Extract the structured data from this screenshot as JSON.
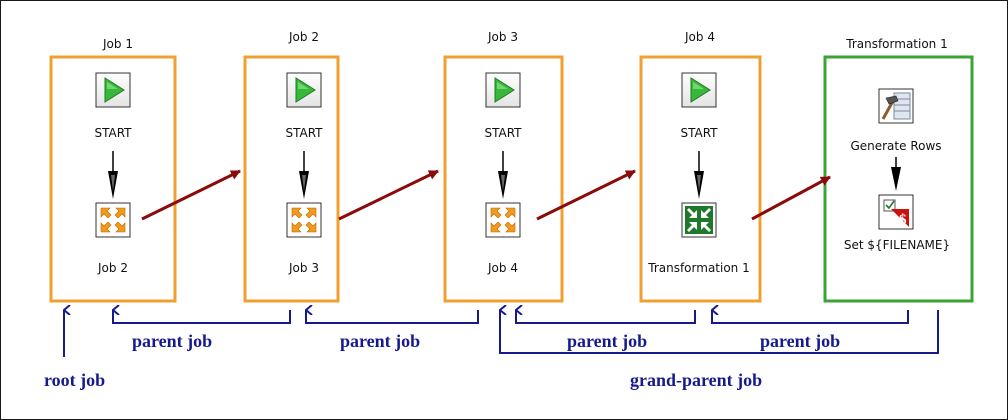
{
  "diagram": {
    "colors": {
      "job_border": "#f0a030",
      "transformation_border": "#3aa335",
      "flow_arrow": "#8b0a0a",
      "parent_link": "#161a8a",
      "hop_arrow": "#000000"
    },
    "jobs": [
      {
        "title": "Job 1",
        "start_label": "START",
        "entry_label": "Job 2",
        "entry_icon": "job-entry-icon"
      },
      {
        "title": "Job 2",
        "start_label": "START",
        "entry_label": "Job 3",
        "entry_icon": "job-entry-icon"
      },
      {
        "title": "Job 3",
        "start_label": "START",
        "entry_label": "Job 4",
        "entry_icon": "job-entry-icon"
      },
      {
        "title": "Job 4",
        "start_label": "START",
        "entry_label": "Transformation 1",
        "entry_icon": "transformation-entry-icon"
      }
    ],
    "transformation": {
      "title": "Transformation 1",
      "step1_label": "Generate Rows",
      "step1_icon": "generate-rows-icon",
      "step2_label": "Set ${FILENAME}",
      "step2_icon": "set-variable-icon"
    },
    "labels": {
      "root": "root job",
      "parent": "parent job",
      "grandparent": "grand-parent job"
    }
  }
}
